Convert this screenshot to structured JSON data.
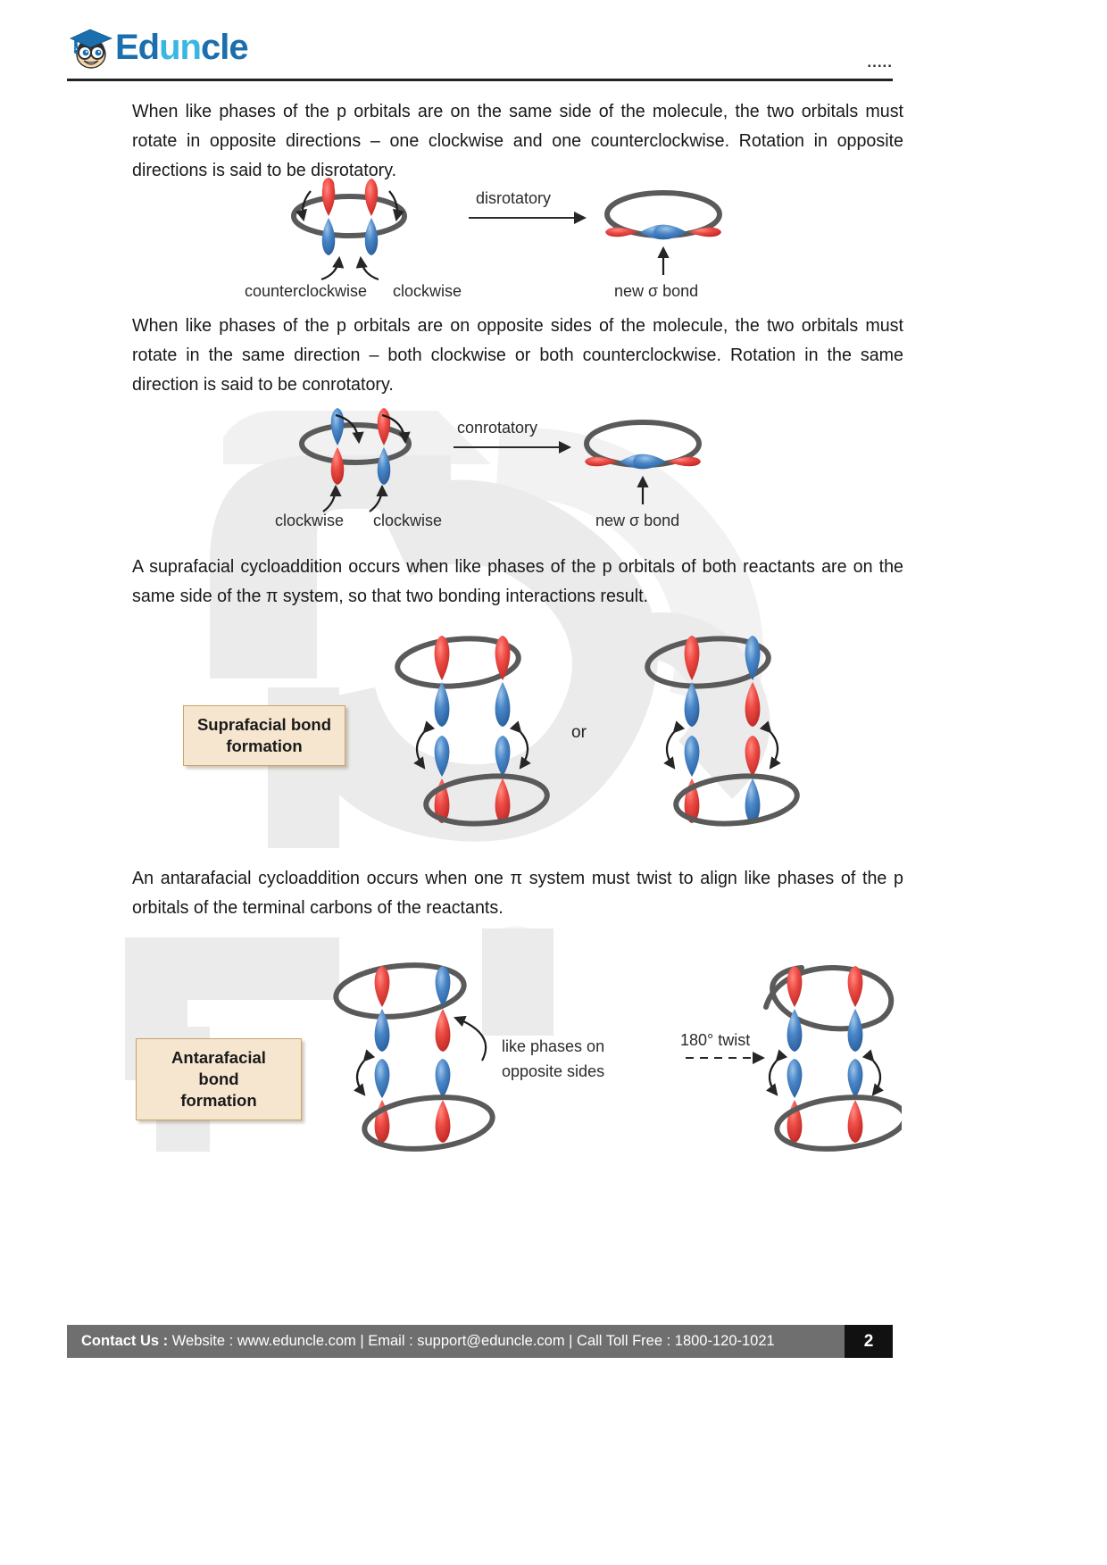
{
  "header": {
    "logo_text_parts": [
      "Ed",
      "un",
      "cle"
    ],
    "logo_alt": "Eduncle",
    "dots": "....."
  },
  "paragraphs": {
    "p1": "When like phases of the p orbitals are on the same side of the molecule, the two orbitals must rotate in opposite directions – one clockwise and one counterclockwise. Rotation in opposite directions is said to be disrotatory.",
    "p2": "When like phases of the p orbitals are on opposite sides of the molecule, the two orbitals must rotate in the same direction – both clockwise or both counterclockwise. Rotation in the same direction is said to be conrotatory.",
    "p3": "A suprafacial cycloaddition occurs when like phases of the p orbitals of both reactants are on the same side of the π system, so that two bonding interactions result.",
    "p4": "An antarafacial cycloaddition occurs when one π system must twist to align like phases of the p orbitals of the terminal carbons of the reactants."
  },
  "figure_disrotatory": {
    "arrow_label": "disrotatory",
    "left_caption_1": "counterclockwise",
    "left_caption_2": "clockwise",
    "right_caption": "new σ bond"
  },
  "figure_conrotatory": {
    "arrow_label": "conrotatory",
    "left_caption_1": "clockwise",
    "left_caption_2": "clockwise",
    "right_caption": "new σ bond"
  },
  "figure_suprafacial": {
    "box_line_1": "Suprafacial bond",
    "box_line_2": "formation",
    "or_label": "or"
  },
  "figure_antarafacial": {
    "box_line_1": "Antarafacial bond",
    "box_line_2": "formation",
    "note_line_1": "like phases on",
    "note_line_2": "opposite sides",
    "twist_label": "180° twist"
  },
  "footer": {
    "contact_label": "Contact Us :",
    "contact_text": " Website : www.eduncle.com | Email : support@eduncle.com | Call Toll Free : 1800-120-1021",
    "page_number": "2"
  },
  "colors": {
    "red_lobe": "#e8403c",
    "blue_lobe": "#4a87c8",
    "ring_gray": "#5a5a5a",
    "brand_blue": "#1b6fae",
    "brand_cyan": "#39b7e3",
    "tan_box": "#f6e6cf",
    "footer_gray": "#6f6f6f"
  }
}
